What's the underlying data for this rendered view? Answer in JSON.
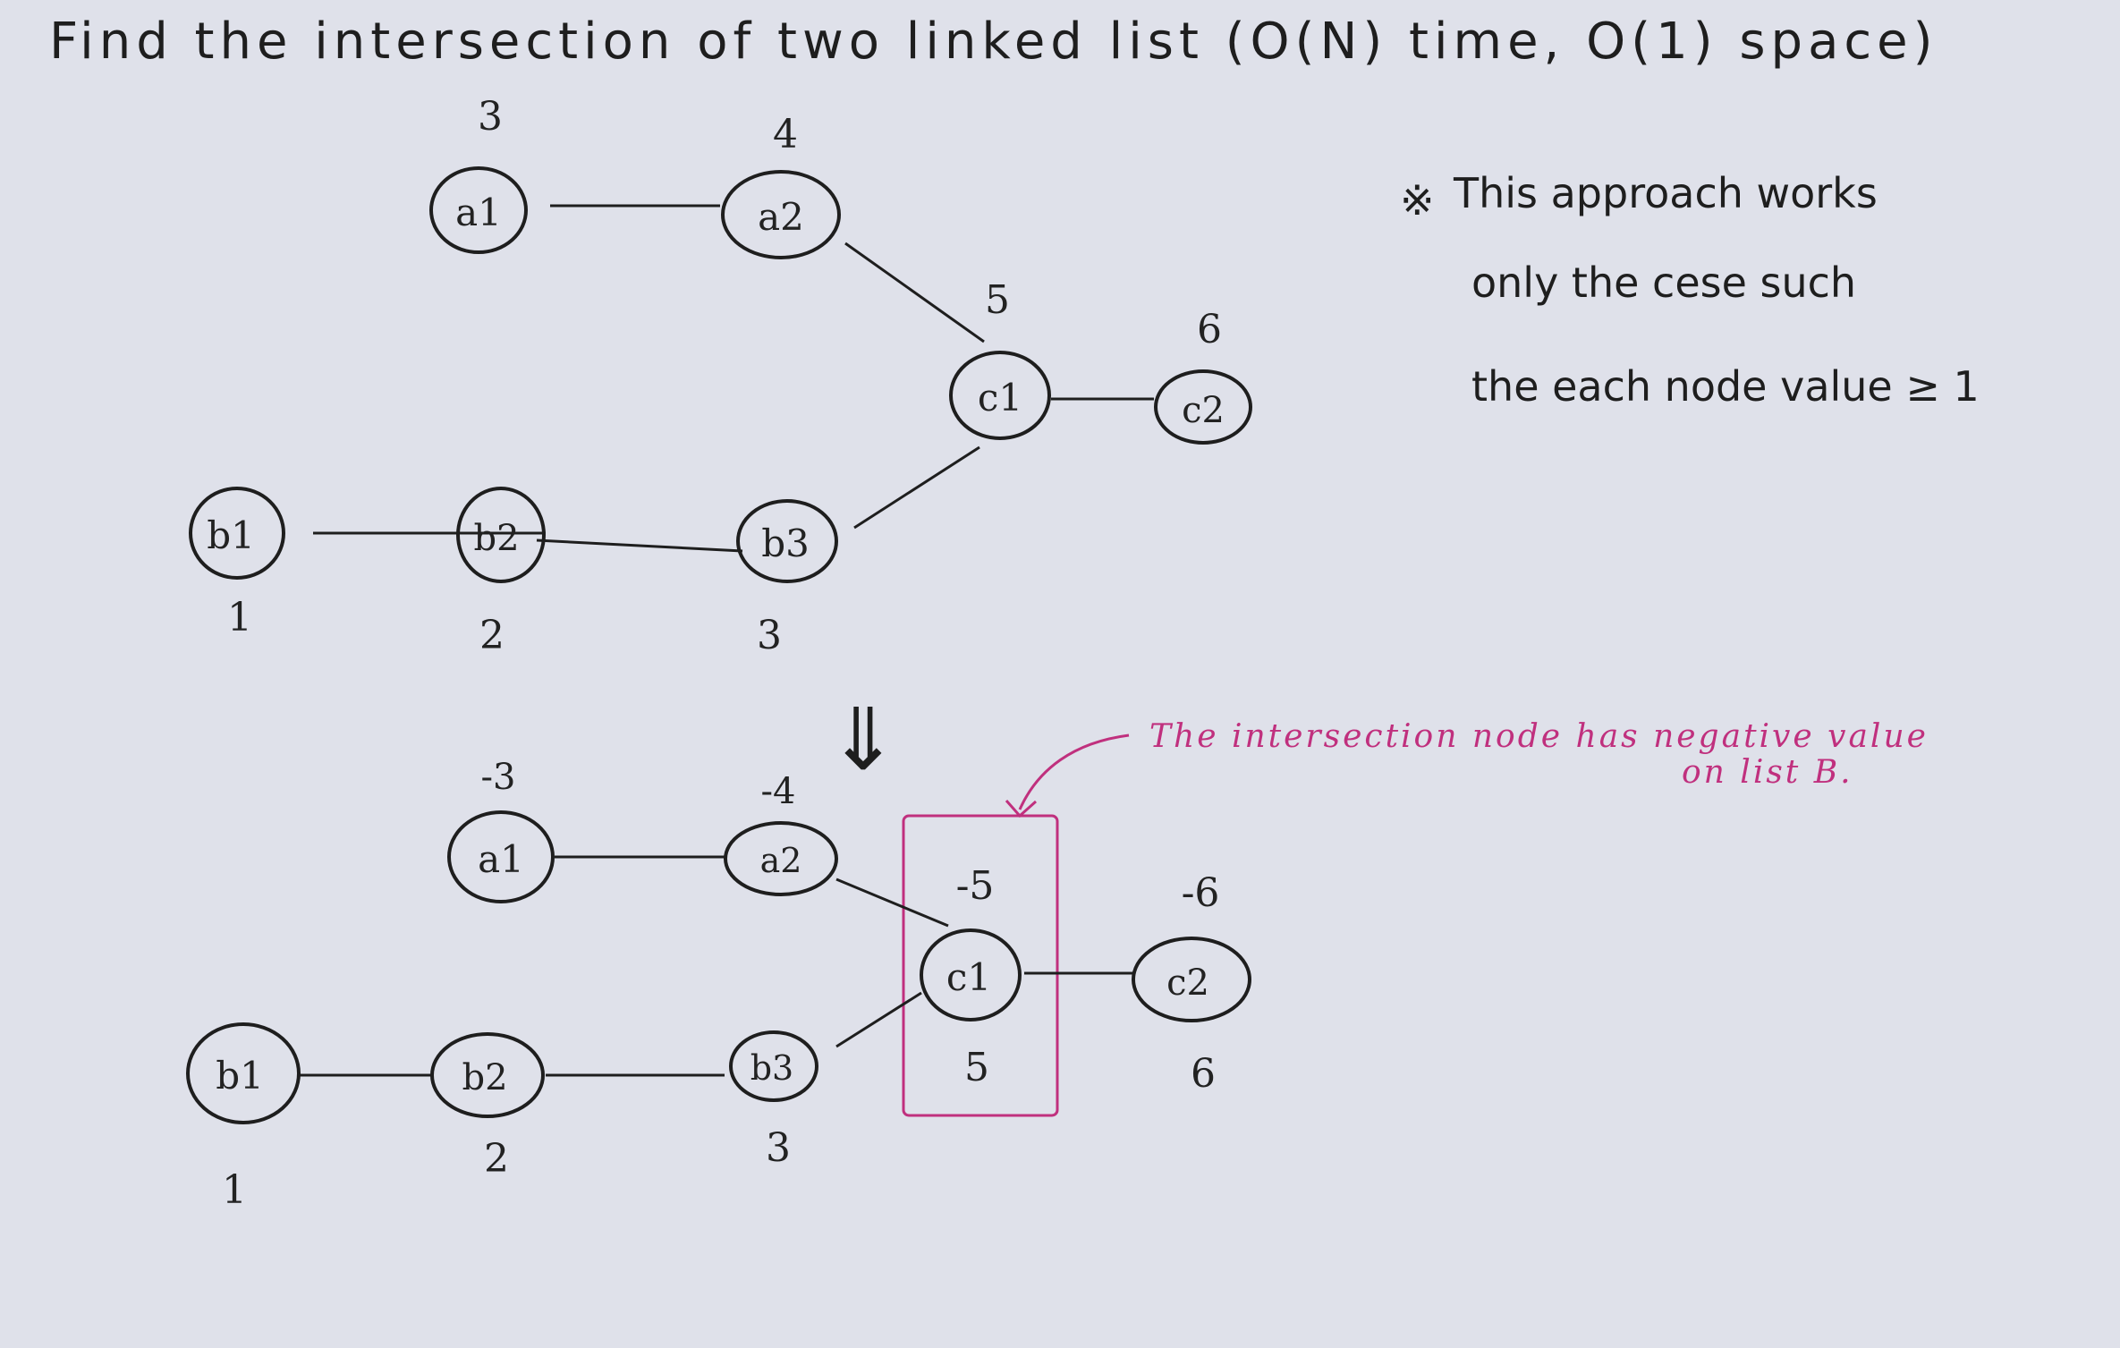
{
  "title": "Find the intersection of two linked list (O(N) time, O(1) space)",
  "note": {
    "mark": "※",
    "lines": [
      "This approach works",
      "only the cese such",
      "the each node value ≥ 1"
    ]
  },
  "annotation": {
    "lines": [
      "The intersection node has negative value",
      "on list B."
    ]
  },
  "arrow_symbol": "⇓",
  "top_diagram": {
    "nodes": [
      {
        "id": "a1",
        "label": "a1",
        "value": "3"
      },
      {
        "id": "a2",
        "label": "a2",
        "value": "4"
      },
      {
        "id": "c1",
        "label": "c1",
        "value": "5"
      },
      {
        "id": "c2",
        "label": "c2",
        "value": "6"
      },
      {
        "id": "b1",
        "label": "b1",
        "value": "1"
      },
      {
        "id": "b2",
        "label": "b2",
        "value": "2"
      },
      {
        "id": "b3",
        "label": "b3",
        "value": "3"
      }
    ]
  },
  "bottom_diagram": {
    "nodes": [
      {
        "id": "a1",
        "label": "a1",
        "value": "-3"
      },
      {
        "id": "a2",
        "label": "a2",
        "value": "-4"
      },
      {
        "id": "c1",
        "label": "c1",
        "value": "-5",
        "value_b": "5"
      },
      {
        "id": "c2",
        "label": "c2",
        "value": "-6",
        "value_b": "6"
      },
      {
        "id": "b1",
        "label": "b1",
        "value": "1"
      },
      {
        "id": "b2",
        "label": "b2",
        "value": "2"
      },
      {
        "id": "b3",
        "label": "b3",
        "value": "3"
      }
    ]
  },
  "colors": {
    "background": "#dfe1ea",
    "ink": "#1e1e1e",
    "highlight": "#c0307e"
  }
}
